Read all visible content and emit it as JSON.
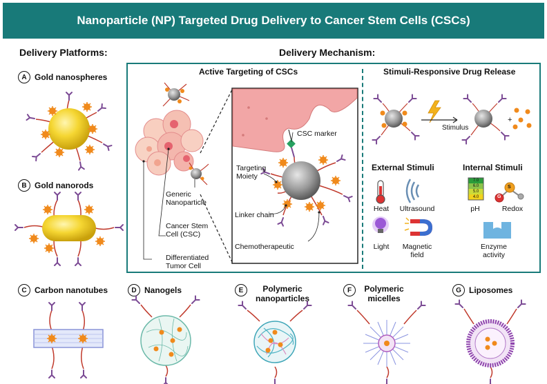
{
  "title": "Nanoparticle (NP) Targeted Drug Delivery to Cancer Stem Cells (CSCs)",
  "platforms_heading": "Delivery Platforms:",
  "mechanism_heading": "Delivery Mechanism:",
  "platforms": [
    {
      "letter": "A",
      "label": "Gold nanospheres"
    },
    {
      "letter": "B",
      "label": "Gold nanorods"
    },
    {
      "letter": "C",
      "label": "Carbon nanotubes"
    },
    {
      "letter": "D",
      "label": "Nanogels"
    },
    {
      "letter": "E",
      "label": "Polymeric nanoparticles"
    },
    {
      "letter": "F",
      "label": "Polymeric micelles"
    },
    {
      "letter": "G",
      "label": "Liposomes"
    }
  ],
  "active_targeting": {
    "title": "Active Targeting of CSCs",
    "labels": {
      "csc_marker": "CSC marker",
      "targeting_moiety": "Targeting Moiety",
      "linker_chain": "Linker chain",
      "chemotherapeutic": "Chemotherapeutic",
      "generic_np": "Generic Nanoparticle",
      "csc": "Cancer Stem Cell (CSC)",
      "differentiated": "Differentiated Tumor Cell"
    }
  },
  "stimuli": {
    "title": "Stimuli-Responsive Drug Release",
    "arrow_label": "Stimulus",
    "plus": "+",
    "external_title": "External Stimuli",
    "internal_title": "Internal Stimuli",
    "external": [
      "Heat",
      "Ultrasound",
      "Light",
      "Magnetic field"
    ],
    "internal": [
      "pH",
      "Redox",
      "Enzyme activity"
    ],
    "ph_values": [
      "7.0",
      "6.0",
      "5.0",
      "4.0"
    ],
    "redox_letters": [
      "G",
      "S"
    ]
  },
  "colors": {
    "teal": "#187a79",
    "gold": "#f2cc1f",
    "drug_orange": "#f08a1c",
    "antibody_purple": "#7b4a94",
    "linker_red": "#c0392b",
    "tumor_pink": "#f2a6a6"
  }
}
